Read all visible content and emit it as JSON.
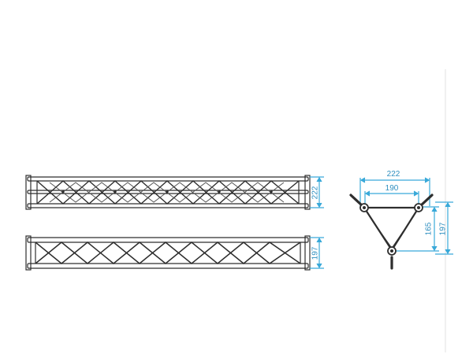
{
  "drawing": {
    "side_view_top": {
      "dimension_label": "222"
    },
    "side_view_bottom": {
      "dimension_label": "197"
    },
    "cross_section": {
      "outer_width_label": "222",
      "inner_width_label": "190",
      "inner_height_label": "165",
      "outer_height_label": "197"
    }
  },
  "colors": {
    "truss_line": "#2e2e2e",
    "dimension": "#39a9d9",
    "frame_line": "#d8d8d8"
  }
}
